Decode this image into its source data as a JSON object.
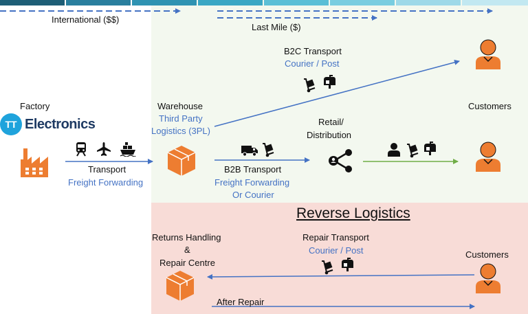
{
  "top_bar": {
    "colors": [
      "#1e5e76",
      "#2a7f9e",
      "#2f93b2",
      "#3aa7c4",
      "#5bbfd6",
      "#79cde0",
      "#9ed9e8",
      "#c2e8f1"
    ],
    "international_label": "International ($$)",
    "last_mile_label": "Last Mile ($)"
  },
  "logo": {
    "mark": "TT",
    "name": "Electronics"
  },
  "nodes": {
    "factory": {
      "label": "Factory",
      "icon": "factory-icon"
    },
    "warehouse": {
      "label": "Warehouse",
      "sublabel_line1": "Third Party",
      "sublabel_line2": "Logistics (3PL)",
      "icon": "package-box-icon"
    },
    "retail": {
      "label_line1": "Retail/",
      "label_line2": "Distribution",
      "icon": "share-network-icon"
    },
    "customers_top": {
      "label": "Customers",
      "icon": "person-icon"
    },
    "customers_mid": {
      "icon": "person-icon"
    },
    "customers_reverse": {
      "label": "Customers",
      "icon": "person-icon"
    },
    "returns": {
      "label_line1": "Returns Handling",
      "label_line2": "&",
      "label_line3": "Repair Centre",
      "icon": "package-box-icon"
    }
  },
  "flows": {
    "transport": {
      "label": "Transport",
      "sublabel": "Freight Forwarding",
      "icons": [
        "train-icon",
        "airplane-icon",
        "ship-icon"
      ]
    },
    "b2c": {
      "label": "B2C Transport",
      "sublabel": "Courier / Post",
      "icons": [
        "hand-truck-icon",
        "mailbox-icon"
      ]
    },
    "b2b": {
      "label": "B2B Transport",
      "sublabel_line1": "Freight Forwarding",
      "sublabel_line2": "Or Courier",
      "icons": [
        "truck-icon",
        "hand-truck-icon"
      ]
    },
    "retail_to_customer": {
      "icons": [
        "person-icon",
        "hand-truck-icon",
        "mailbox-icon"
      ]
    },
    "repair": {
      "label": "Repair  Transport",
      "sublabel": "Courier / Post",
      "icons": [
        "hand-truck-icon",
        "mailbox-icon"
      ]
    },
    "after_repair": {
      "label": "After Repair"
    }
  },
  "reverse_logistics": {
    "title": "Reverse Logistics"
  },
  "colors": {
    "orange": "#ed7d31",
    "blue_text": "#4472c4",
    "arrow_blue": "#4472c4",
    "arrow_green": "#70ad47",
    "green_bg": "#f3f8ef",
    "pink_bg": "#f8dcd7"
  }
}
